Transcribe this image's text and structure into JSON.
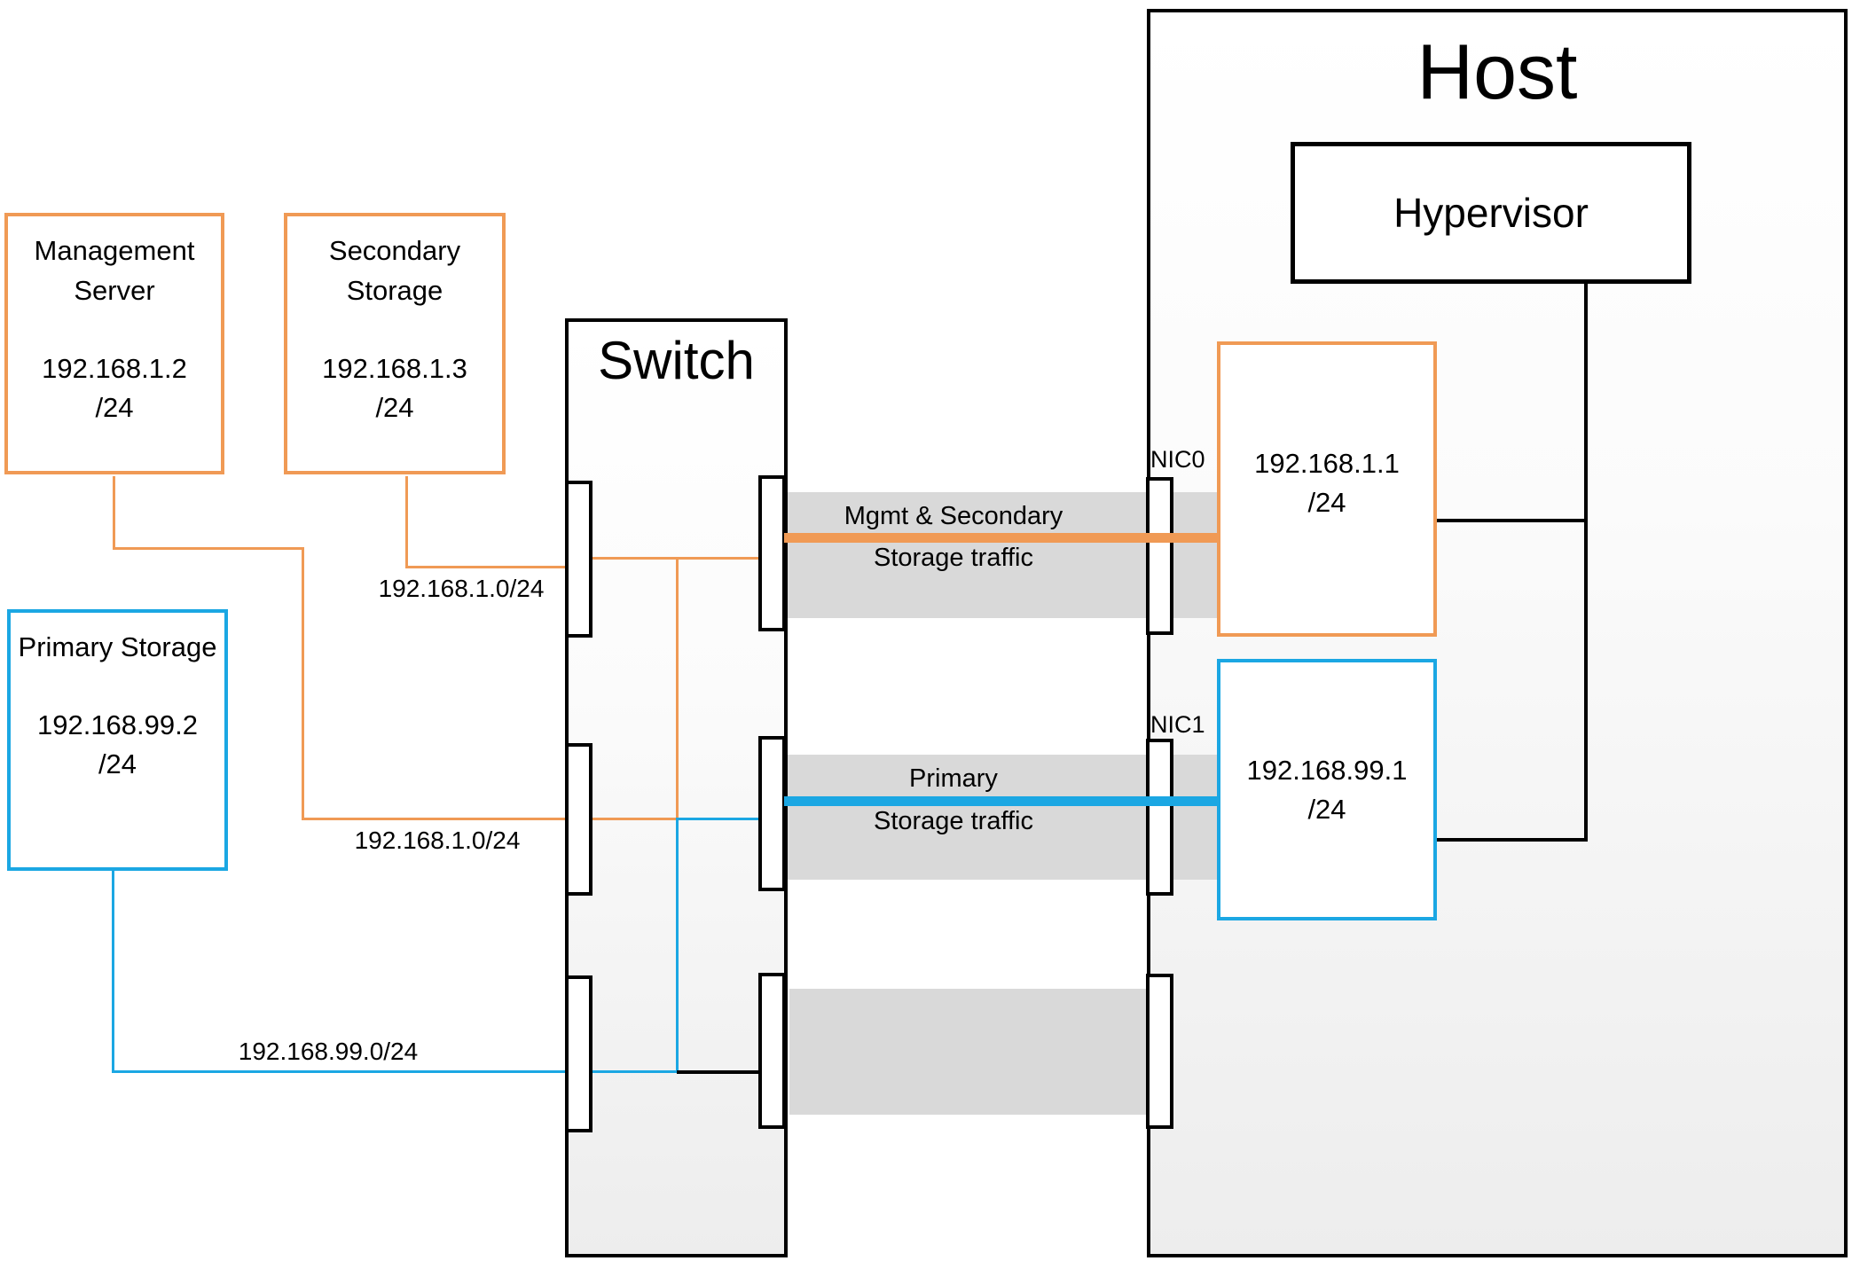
{
  "colors": {
    "orange": "#F09A55",
    "blue": "#1BA7E3",
    "band_gray": "#D9D9D9",
    "line_black": "#000000"
  },
  "nodes": {
    "management_server": {
      "title": "Management Server",
      "ip": "192.168.1.2",
      "cidr": "/24"
    },
    "secondary_storage": {
      "title": "Secondary Storage",
      "ip": "192.168.1.3",
      "cidr": "/24"
    },
    "primary_storage": {
      "title": "Primary Storage",
      "ip": "192.168.99.2",
      "cidr": "/24"
    },
    "switch": {
      "title": "Switch"
    },
    "host": {
      "title": "Host"
    },
    "hypervisor": {
      "title": "Hypervisor"
    },
    "nic0": {
      "label": "NIC0",
      "ip": "192.168.1.1",
      "cidr": "/24"
    },
    "nic1": {
      "label": "NIC1",
      "ip": "192.168.99.1",
      "cidr": "/24"
    }
  },
  "subnet_labels": {
    "mgmt_upper": "192.168.1.0/24",
    "mgmt_lower": "192.168.1.0/24",
    "primary": "192.168.99.0/24"
  },
  "traffic_labels": {
    "mgmt_line1": "Mgmt & Secondary",
    "mgmt_line2": "Storage traffic",
    "primary_line1": "Primary",
    "primary_line2": "Storage traffic"
  }
}
